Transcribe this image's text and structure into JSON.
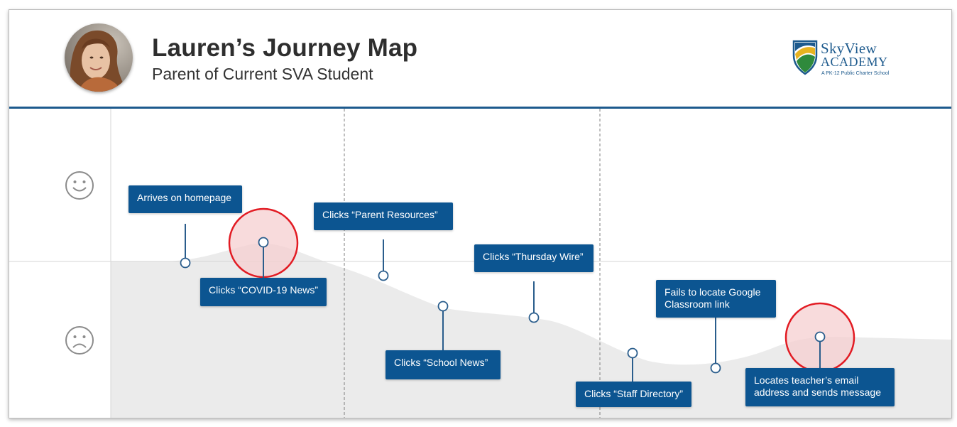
{
  "header": {
    "title": "Lauren’s Journey Map",
    "subtitle": "Parent of Current SVA Student"
  },
  "logo": {
    "name_line1": "SkyView",
    "name_line2": "ACADEMY",
    "tagline": "A PK-12 Public Charter School"
  },
  "moods": {
    "happy_icon": "smiley-face-icon",
    "sad_icon": "frowning-face-icon"
  },
  "steps": [
    {
      "label": "Arrives on homepage",
      "highlighted": false
    },
    {
      "label": "Clicks “COVID-19 News”",
      "highlighted": true
    },
    {
      "label": "Clicks “Parent Resources”",
      "highlighted": false
    },
    {
      "label": "Clicks “School News”",
      "highlighted": false
    },
    {
      "label": "Clicks “Thursday Wire”",
      "highlighted": false
    },
    {
      "label": "Clicks “Staff Directory”",
      "highlighted": false
    },
    {
      "label": "Fails to locate Google Classroom link",
      "highlighted": false
    },
    {
      "label": "Locates teacher’s email address and sends message",
      "highlighted": true
    }
  ],
  "colors": {
    "box": "#0c5591",
    "header_rule": "#1d5a8d",
    "highlight_ring": "#e21b23",
    "highlight_fill": "#f6cfd0",
    "curve_fill": "#ebebeb"
  }
}
